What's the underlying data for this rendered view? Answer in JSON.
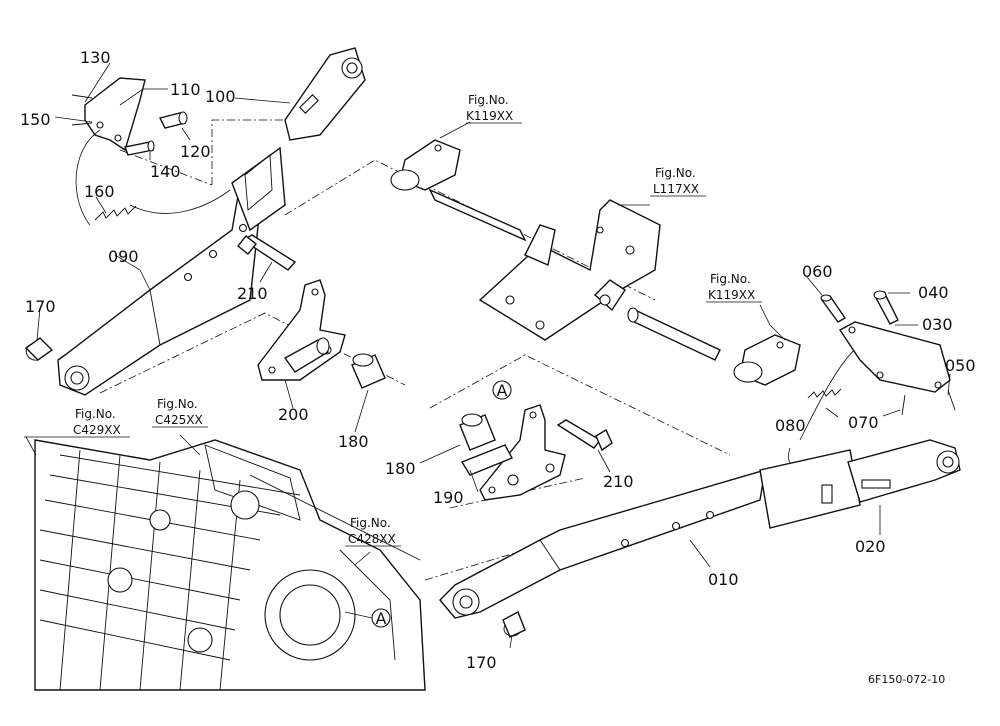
{
  "part_labels": {
    "p010": "010",
    "p020": "020",
    "p030": "030",
    "p040": "040",
    "p050": "050",
    "p060": "060",
    "p070": "070",
    "p080": "080",
    "p090": "090",
    "p100": "100",
    "p110": "110",
    "p120": "120",
    "p130": "130",
    "p140": "140",
    "p150": "150",
    "p160": "160",
    "p170a": "170",
    "p170b": "170",
    "p180a": "180",
    "p180b": "180",
    "p190": "190",
    "p200": "200",
    "p210a": "210",
    "p210b": "210"
  },
  "figure_refs": {
    "k119_top": {
      "line1": "Fig.No.",
      "line2": "K119XX"
    },
    "l117": {
      "line1": "Fig.No.",
      "line2": "L117XX"
    },
    "k119_right": {
      "line1": "Fig.No.",
      "line2": "K119XX"
    },
    "c429": {
      "line1": "Fig.No.",
      "line2": "C429XX"
    },
    "c425": {
      "line1": "Fig.No.",
      "line2": "C425XX"
    },
    "c428": {
      "line1": "Fig.No.",
      "line2": "C428XX"
    }
  },
  "markers": {
    "a1": "A",
    "a2": "A"
  },
  "drawing_code": "6F150-072-10"
}
